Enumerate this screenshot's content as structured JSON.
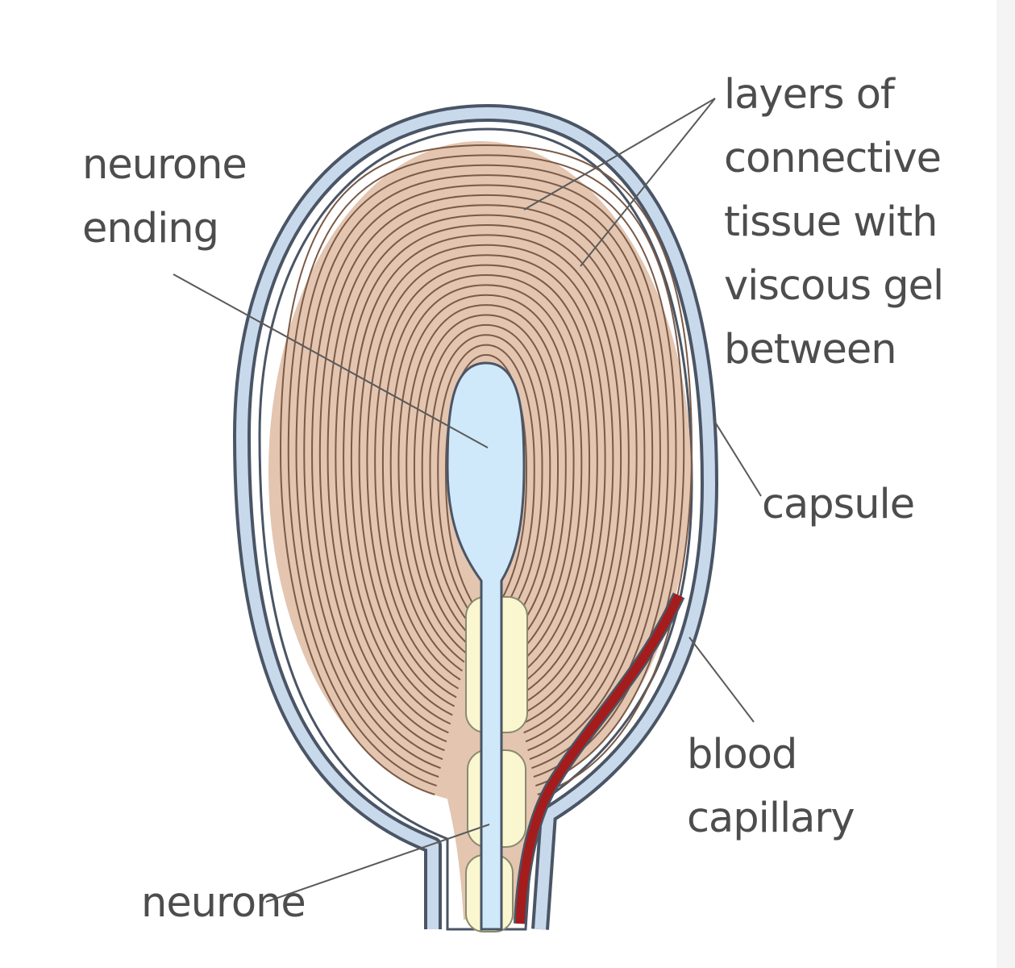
{
  "labels": {
    "neurone_ending": [
      "neurone",
      "ending"
    ],
    "layers": [
      "layers of",
      "connective",
      "tissue with",
      "viscous gel",
      "between"
    ],
    "capsule": "capsule",
    "blood_capillary": [
      "blood",
      "capillary"
    ],
    "neurone": "neurone"
  },
  "colors": {
    "capsule_outline": "#4a5565",
    "capsule_fill": "#c9d9ec",
    "connective_tissue": "#e3c5b0",
    "layer_lines": "#7a5a48",
    "neurone_ending": "#cfe8fa",
    "myelin": "#faf6cf",
    "blood_capillary": "#a51c1c",
    "leader_lines": "#5a5a5a",
    "label_text": "#4d4d4d"
  }
}
